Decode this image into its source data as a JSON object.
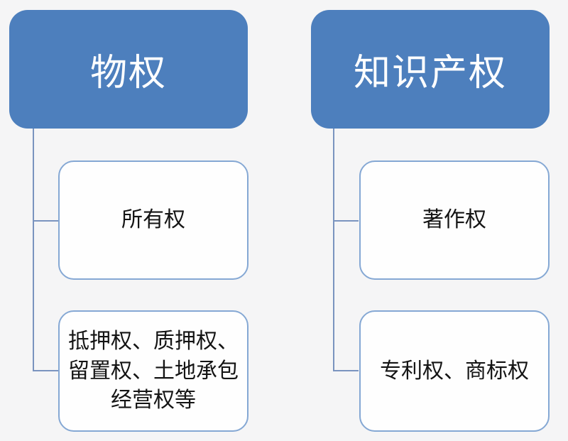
{
  "diagram": {
    "type": "hierarchy",
    "background_color": "#f5f5f6",
    "root_fill_color": "#4d7fbd",
    "root_text_color": "#ffffff",
    "child_border_color": "#85a8d4",
    "child_fill_color": "#fefefe",
    "connector_color": "#7a94bf",
    "trees": [
      {
        "root": "物权",
        "children": [
          "所有权",
          "抵押权、质押权、留置权、土地承包经营权等"
        ]
      },
      {
        "root": "知识产权",
        "children": [
          "著作权",
          "专利权、商标权"
        ]
      }
    ]
  }
}
